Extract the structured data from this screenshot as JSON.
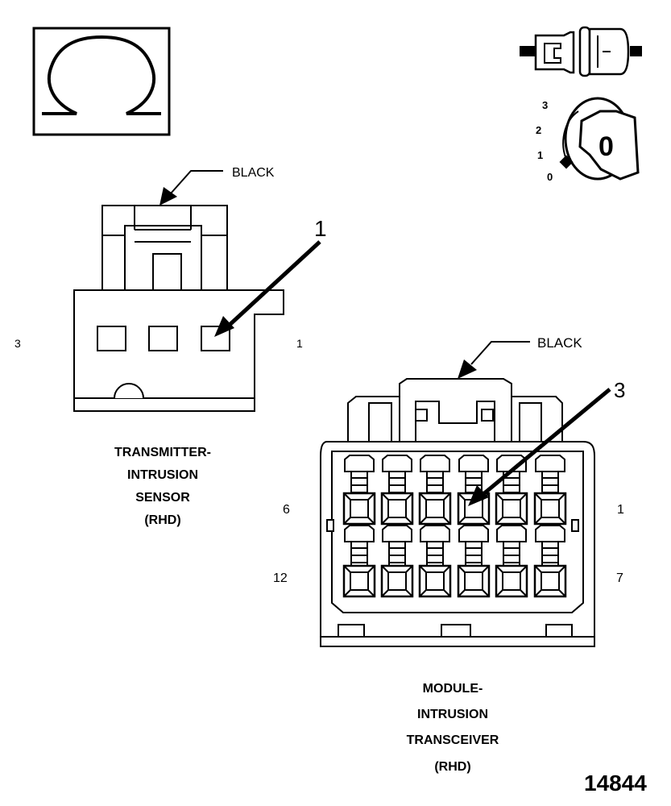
{
  "omega_symbol": "Ω",
  "ignition": {
    "positions": [
      "3",
      "2",
      "1",
      "0"
    ],
    "key_mark": "0"
  },
  "sensor": {
    "color_label": "BLACK",
    "callout": "1",
    "pin_left": "3",
    "pin_right": "1",
    "caption": [
      "TRANSMITTER-",
      "INTRUSION",
      "SENSOR",
      "(RHD)"
    ]
  },
  "module": {
    "color_label": "BLACK",
    "callout": "3",
    "pin_top_left": "6",
    "pin_top_right": "1",
    "pin_bottom_left": "12",
    "pin_bottom_right": "7",
    "caption": [
      "MODULE-",
      "INTRUSION",
      "TRANSCEIVER",
      "(RHD)"
    ]
  },
  "figure_number": "14844"
}
